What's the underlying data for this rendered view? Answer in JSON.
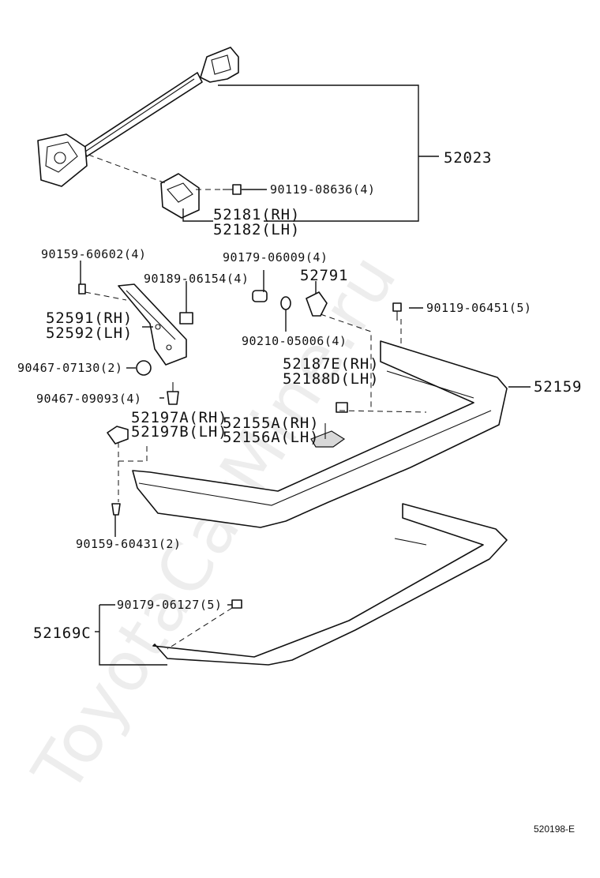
{
  "watermark": "ToyotaCarMine.ru",
  "diagram_code": "520198-E",
  "parts": {
    "p52023": "52023",
    "p90119_08636": "90119-08636(4)",
    "p52181": "52181(RH)",
    "p52182": "52182(LH)",
    "p90159_60602": "90159-60602(4)",
    "p90179_06009": "90179-06009(4)",
    "p90189_06154": "90189-06154(4)",
    "p52791": "52791",
    "p90119_06451": "90119-06451(5)",
    "p52591": "52591(RH)",
    "p52592": "52592(LH)",
    "p90210_05006": "90210-05006(4)",
    "p90467_07130": "90467-07130(2)",
    "p52187E": "52187E(RH)",
    "p52188D": "52188D(LH)",
    "p52159": "52159",
    "p90467_09093": "90467-09093(4)",
    "p52197A": "52197A(RH)",
    "p52197B": "52197B(LH)",
    "p52155A": "52155A(RH)",
    "p52156A": "52156A(LH)",
    "p90159_60431": "90159-60431(2)",
    "p90179_06127": "90179-06127(5)",
    "p52169C": "52169C"
  }
}
